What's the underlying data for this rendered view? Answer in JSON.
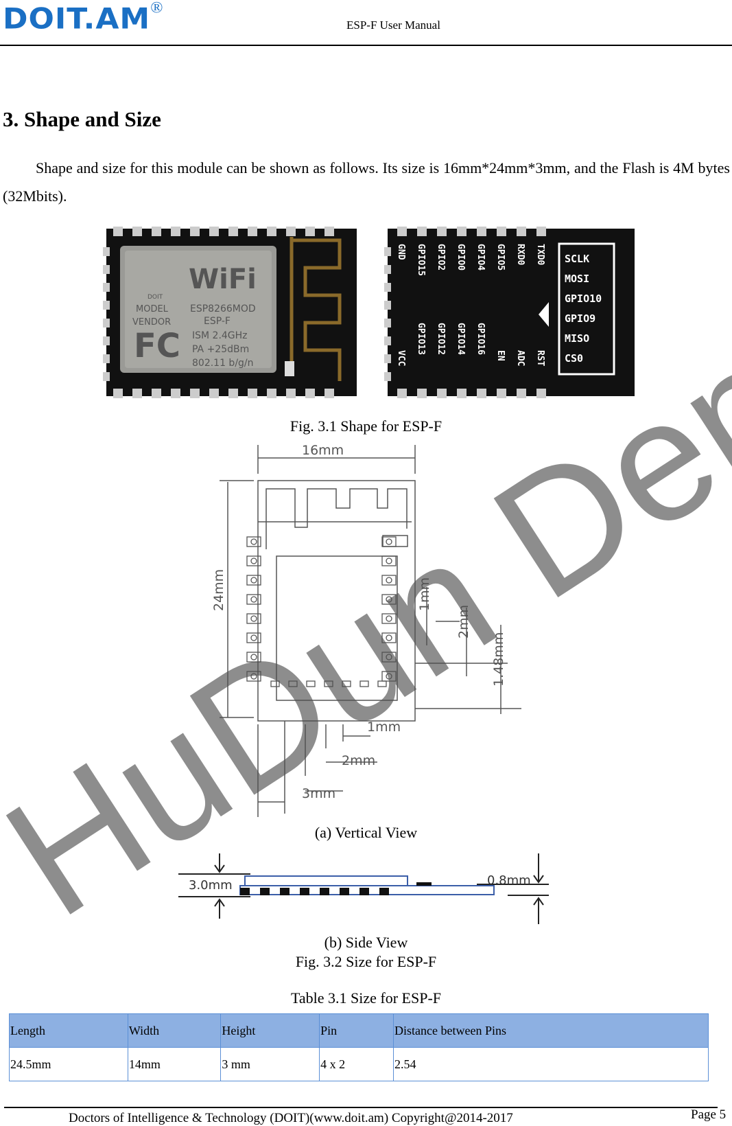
{
  "header": {
    "logo": "DOIT.AM",
    "registered": "®",
    "title": "ESP-F User Manual"
  },
  "section": {
    "title": "3. Shape and Size",
    "paragraph": "Shape and size for this module can be shown as follows. Its size is 16mm*24mm*3mm, and the Flash is 4M bytes (32Mbits)."
  },
  "fig31": {
    "caption": "Fig. 3.1 Shape for ESP-F",
    "front_labels": {
      "model": "MODEL",
      "vendor": "VENDOR",
      "wifi": "WiFi",
      "doit": "DOIT",
      "chip": "ESP8266MOD",
      "name": "ESP-F",
      "ism": "ISM  2.4GHz",
      "pa": "PA  +25dBm",
      "std": "802.11 b/g/n",
      "fc": "FC"
    },
    "top_pins": [
      "GND",
      "GPIO15",
      "GPIO2",
      "GPIO0",
      "GPIO4",
      "GPIO5",
      "RXD0",
      "TXD0"
    ],
    "bottom_pins": [
      "VCC",
      "GPIO13",
      "GPIO12",
      "GPIO14",
      "GPIO16",
      "EN",
      "ADC",
      "RST"
    ],
    "box_pins": [
      "SCLK",
      "MOSI",
      "GPIO10",
      "GPIO9",
      "MISO",
      "CS0"
    ]
  },
  "fig32": {
    "vertical": {
      "caption": "(a) Vertical View",
      "width": "16mm",
      "height": "24mm",
      "d1": "1mm",
      "d2": "2mm",
      "d3": "1.48mm",
      "b1": "1mm",
      "b2": "2mm",
      "b3": "3mm"
    },
    "side": {
      "caption": "(b) Side View",
      "h": "3.0mm",
      "t": "0.8mm"
    },
    "caption": "Fig. 3.2 Size for ESP-F"
  },
  "table": {
    "caption": "Table 3.1 Size for ESP-F",
    "headers": [
      "Length",
      "Width",
      "Height",
      "Pin",
      "Distance between Pins"
    ],
    "row": [
      "24.5mm",
      "14mm",
      "3 mm",
      "4 x 2",
      "2.54"
    ]
  },
  "footer": {
    "text": "Doctors of Intelligence & Technology (DOIT)(www.doit.am) Copyright@2014-2017",
    "page": "Page 5"
  },
  "watermark": "HuDun Demo",
  "colors": {
    "logo": "#1a6fc4",
    "table_header": "#8db0e2",
    "table_border": "#5b8fd6"
  }
}
